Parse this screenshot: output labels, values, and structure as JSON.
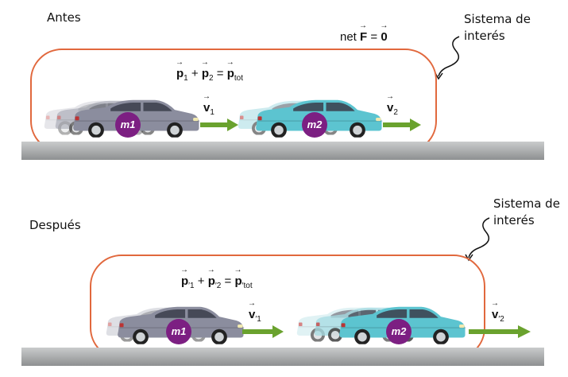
{
  "colors": {
    "frame": "#e1683d",
    "arrow": "#6aa22e",
    "car_gray": "#8b8d9e",
    "car_teal": "#5cc4d0",
    "mass_badge": "#7c1f82",
    "ground": "#a7a9aa"
  },
  "before": {
    "title": "Antes",
    "system_label_line1": "Sistema de",
    "system_label_line2": "interés",
    "net_force": {
      "prefix": "net",
      "F": "F",
      "eq": "=",
      "zero": "0"
    },
    "equation": {
      "p1": "p",
      "s1": "1",
      "plus": "+",
      "p2": "p",
      "s2": "2",
      "eq": "=",
      "ptot": "p",
      "stot": "tot"
    },
    "car1": {
      "mass": "m1",
      "v": "v",
      "v_sub": "1"
    },
    "car2": {
      "mass": "m2",
      "v": "v",
      "v_sub": "2"
    }
  },
  "after": {
    "title": "Después",
    "system_label_line1": "Sistema de",
    "system_label_line2": "interés",
    "equation": {
      "p1": "p",
      "s1": "′1",
      "plus": "+",
      "p2": "p",
      "s2": "′2",
      "eq": "=",
      "ptot": "p",
      "stot": "′tot"
    },
    "car1": {
      "mass": "m1",
      "v": "v",
      "v_sub": "′1"
    },
    "car2": {
      "mass": "m2",
      "v": "v",
      "v_sub": "′2"
    }
  }
}
